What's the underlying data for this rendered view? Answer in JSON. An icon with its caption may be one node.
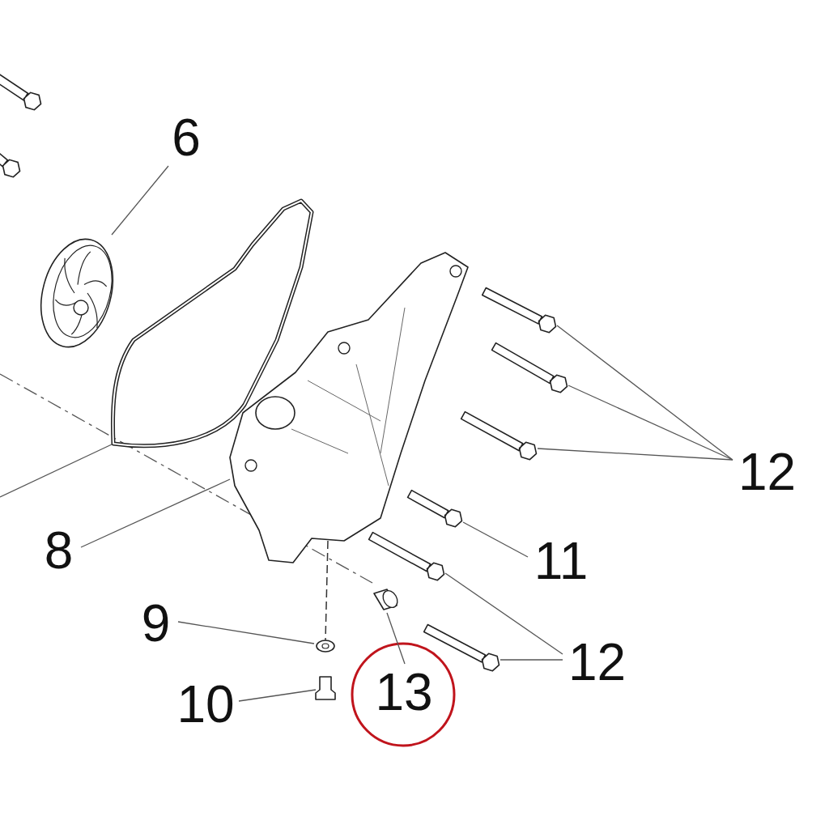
{
  "diagram": {
    "nodes": [
      {
        "text": [
          "6"
        ]
      },
      {
        "text": [],
        "shape": "picture"
      },
      {
        "text": [],
        "shape": "picture"
      },
      {
        "text": [],
        "shape": "picture"
      },
      {
        "text": [
          "8"
        ]
      },
      {
        "text": [
          "9"
        ]
      },
      {
        "text": [],
        "shape": "picture"
      },
      {
        "text": [
          "10"
        ]
      },
      {
        "text": [],
        "shape": "picture"
      },
      {
        "text": [],
        "shape": "picture"
      },
      {
        "text": [
          "13"
        ]
      },
      {
        "text": [],
        "shape": "picture"
      },
      {
        "text": [
          "11"
        ]
      },
      {
        "text": [],
        "shape": "picture"
      },
      {
        "text": [],
        "shape": "picture"
      },
      {
        "text": [],
        "shape": "picture"
      },
      {
        "text": [
          "12"
        ]
      },
      {
        "text": [],
        "shape": "picture"
      },
      {
        "text": [],
        "shape": "picture"
      },
      {
        "text": [
          "12"
        ]
      }
    ],
    "edges": [
      {
        "from": 0,
        "to": 1,
        "arrow": "none"
      },
      {
        "from": null,
        "to": 2,
        "arrow": "none"
      },
      {
        "from": 4,
        "to": 3,
        "arrow": "none"
      },
      {
        "from": 5,
        "to": 6,
        "arrow": "none"
      },
      {
        "from": 7,
        "to": 8,
        "arrow": "none"
      },
      {
        "from": 10,
        "to": 9,
        "arrow": "none"
      },
      {
        "from": 12,
        "to": 11,
        "arrow": "none"
      },
      {
        "from": 16,
        "to": 13,
        "arrow": "none"
      },
      {
        "from": 16,
        "to": 14,
        "arrow": "none"
      },
      {
        "from": 16,
        "to": 15,
        "arrow": "none"
      },
      {
        "from": 19,
        "to": 17,
        "arrow": "none"
      },
      {
        "from": 19,
        "to": 18,
        "arrow": "none"
      },
      {
        "from": 3,
        "to": 6,
        "arrow": "none",
        "style": "dashed"
      }
    ]
  }
}
